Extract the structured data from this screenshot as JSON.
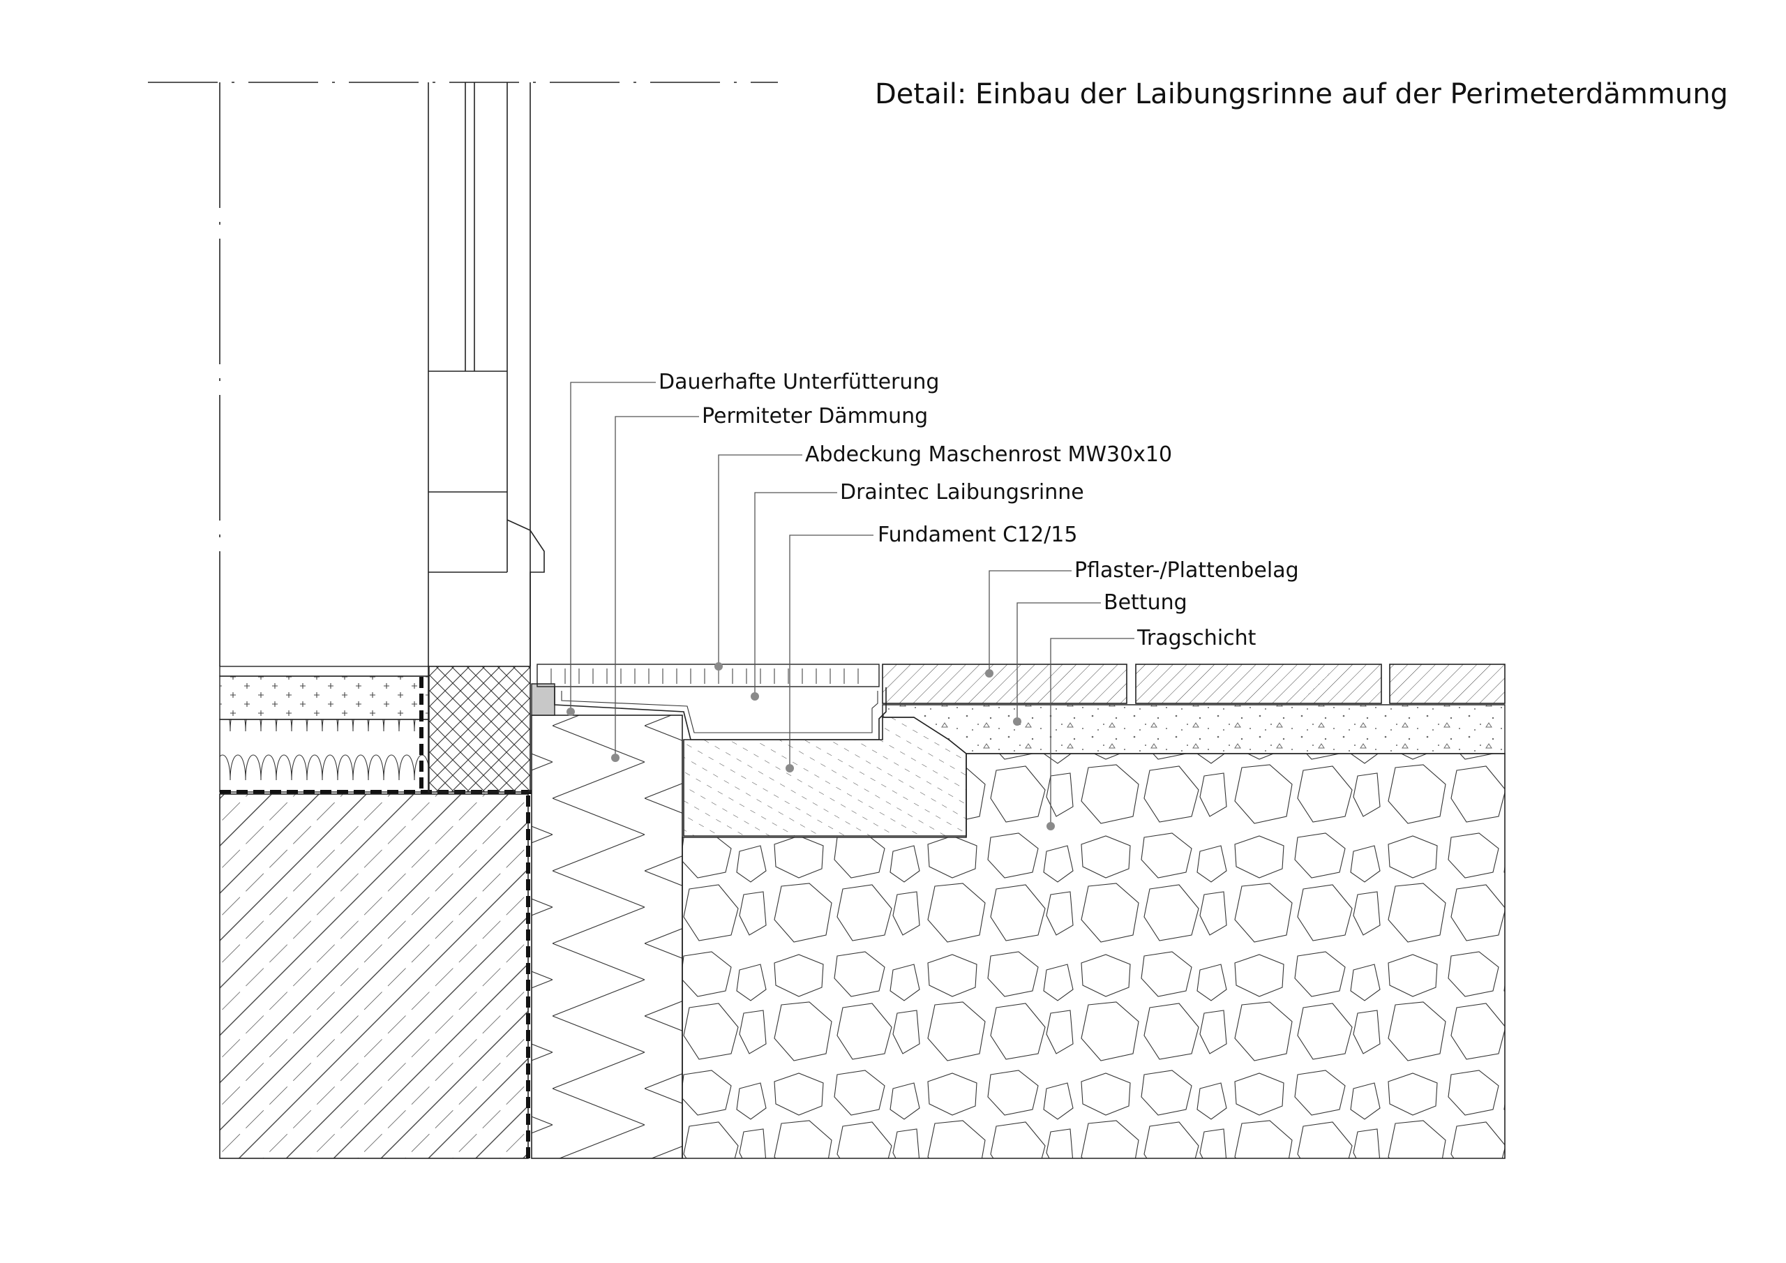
{
  "title": "Detail: Einbau der Laibungsrinne auf der Perimeterdämmung",
  "labels": [
    {
      "id": "unterfuetterung",
      "text": "Dauerhafte Unterfütterung"
    },
    {
      "id": "daemmung",
      "text": "Permiteter Dämmung"
    },
    {
      "id": "abdeckung",
      "text": "Abdeckung Maschenrost MW30x10"
    },
    {
      "id": "rinne",
      "text": "Draintec Laibungsrinne"
    },
    {
      "id": "fundament",
      "text": "Fundament C12/15"
    },
    {
      "id": "pflaster",
      "text": "Pflaster-/Plattenbelag"
    },
    {
      "id": "bettung",
      "text": "Bettung"
    },
    {
      "id": "tragschicht",
      "text": "Tragschicht"
    }
  ],
  "colors": {
    "line": "#222222",
    "leader": "#555555",
    "marker": "#8a8a8a",
    "fill_gray": "#c8c8c8"
  }
}
